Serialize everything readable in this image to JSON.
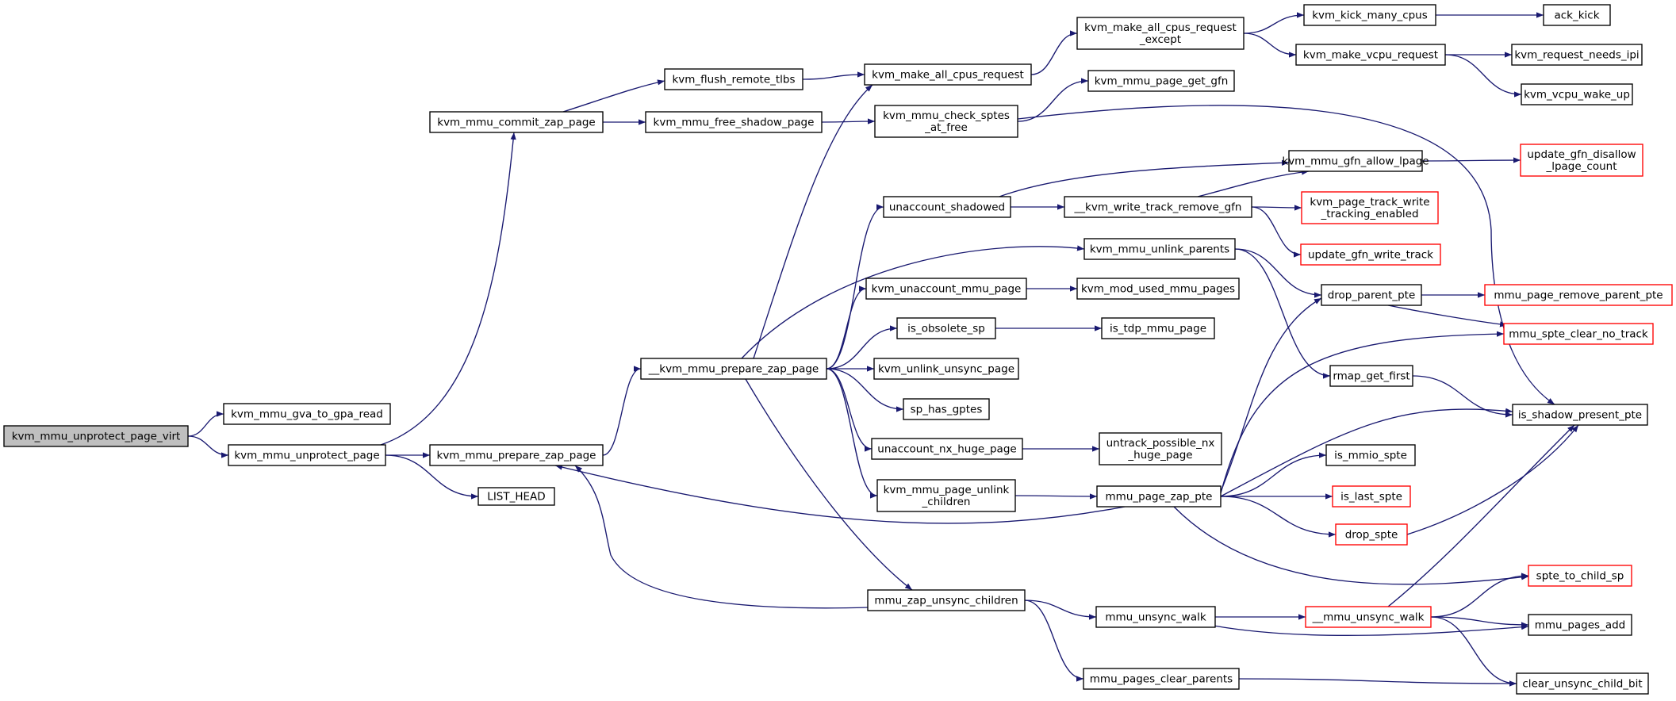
{
  "title": "Call graph of kvm_mmu_unprotect_page_virt",
  "colors": {
    "edge": "#191970",
    "node_border": "#000000",
    "truncated_node_border": "#ff0000",
    "root_fill": "#bfbfbf",
    "background": "#ffffff"
  },
  "nodes": [
    {
      "id": "n_root",
      "lines": [
        "kvm_mmu_unprotect_page_virt"
      ],
      "kind": "root"
    },
    {
      "id": "n_gva_to_gpa",
      "lines": [
        "kvm_mmu_gva_to_gpa_read"
      ],
      "kind": "normal"
    },
    {
      "id": "n_unprotect_page",
      "lines": [
        "kvm_mmu_unprotect_page"
      ],
      "kind": "normal"
    },
    {
      "id": "n_commit_zap",
      "lines": [
        "kvm_mmu_commit_zap_page"
      ],
      "kind": "normal"
    },
    {
      "id": "n_prepare_zap",
      "lines": [
        "kvm_mmu_prepare_zap_page"
      ],
      "kind": "normal"
    },
    {
      "id": "n_list_head",
      "lines": [
        "LIST_HEAD"
      ],
      "kind": "normal"
    },
    {
      "id": "n_flush_tlbs",
      "lines": [
        "kvm_flush_remote_tlbs"
      ],
      "kind": "normal"
    },
    {
      "id": "n_free_shadow",
      "lines": [
        "kvm_mmu_free_shadow_page"
      ],
      "kind": "normal"
    },
    {
      "id": "n___prepare_zap",
      "lines": [
        "__kvm_mmu_prepare_zap_page"
      ],
      "kind": "normal"
    },
    {
      "id": "n_all_cpus_req",
      "lines": [
        "kvm_make_all_cpus_request"
      ],
      "kind": "normal"
    },
    {
      "id": "n_check_sptes",
      "lines": [
        "kvm_mmu_check_sptes",
        "_at_free"
      ],
      "kind": "normal"
    },
    {
      "id": "n_unaccount_shadowed",
      "lines": [
        "unaccount_shadowed"
      ],
      "kind": "normal"
    },
    {
      "id": "n_unaccount_mmu",
      "lines": [
        "kvm_unaccount_mmu_page"
      ],
      "kind": "normal"
    },
    {
      "id": "n_is_obsolete",
      "lines": [
        "is_obsolete_sp"
      ],
      "kind": "normal"
    },
    {
      "id": "n_unlink_unsync",
      "lines": [
        "kvm_unlink_unsync_page"
      ],
      "kind": "normal"
    },
    {
      "id": "n_has_gptes",
      "lines": [
        "sp_has_gptes"
      ],
      "kind": "normal"
    },
    {
      "id": "n_unaccount_nx",
      "lines": [
        "unaccount_nx_huge_page"
      ],
      "kind": "normal"
    },
    {
      "id": "n_unlink_children",
      "lines": [
        "kvm_mmu_page_unlink",
        "_children"
      ],
      "kind": "normal"
    },
    {
      "id": "n_zap_unsync_children",
      "lines": [
        "mmu_zap_unsync_children"
      ],
      "kind": "normal"
    },
    {
      "id": "n_all_cpus_req_except",
      "lines": [
        "kvm_make_all_cpus_request",
        "_except"
      ],
      "kind": "normal"
    },
    {
      "id": "n_get_gfn",
      "lines": [
        "kvm_mmu_page_get_gfn"
      ],
      "kind": "normal"
    },
    {
      "id": "n_write_track_remove",
      "lines": [
        "__kvm_write_track_remove_gfn"
      ],
      "kind": "normal"
    },
    {
      "id": "n_unlink_parents",
      "lines": [
        "kvm_mmu_unlink_parents"
      ],
      "kind": "normal"
    },
    {
      "id": "n_mod_used",
      "lines": [
        "kvm_mod_used_mmu_pages"
      ],
      "kind": "normal"
    },
    {
      "id": "n_is_tdp",
      "lines": [
        "is_tdp_mmu_page"
      ],
      "kind": "normal"
    },
    {
      "id": "n_untrack_nx",
      "lines": [
        "untrack_possible_nx",
        "_huge_page"
      ],
      "kind": "normal"
    },
    {
      "id": "n_zap_pte",
      "lines": [
        "mmu_page_zap_pte"
      ],
      "kind": "normal"
    },
    {
      "id": "n_unsync_walk",
      "lines": [
        "mmu_unsync_walk"
      ],
      "kind": "normal"
    },
    {
      "id": "n_pages_clear_parents",
      "lines": [
        "mmu_pages_clear_parents"
      ],
      "kind": "normal"
    },
    {
      "id": "n_kick_many",
      "lines": [
        "kvm_kick_many_cpus"
      ],
      "kind": "normal"
    },
    {
      "id": "n_vcpu_request",
      "lines": [
        "kvm_make_vcpu_request"
      ],
      "kind": "normal"
    },
    {
      "id": "n_allow_lpage",
      "lines": [
        "kvm_mmu_gfn_allow_lpage"
      ],
      "kind": "normal"
    },
    {
      "id": "n_track_enabled",
      "lines": [
        "kvm_page_track_write",
        "_tracking_enabled"
      ],
      "kind": "truncated"
    },
    {
      "id": "n_update_write_track",
      "lines": [
        "update_gfn_write_track"
      ],
      "kind": "truncated"
    },
    {
      "id": "n_drop_parent_pte",
      "lines": [
        "drop_parent_pte"
      ],
      "kind": "normal"
    },
    {
      "id": "n_rmap_first",
      "lines": [
        "rmap_get_first"
      ],
      "kind": "normal"
    },
    {
      "id": "n_is_mmio",
      "lines": [
        "is_mmio_spte"
      ],
      "kind": "normal"
    },
    {
      "id": "n_is_last",
      "lines": [
        "is_last_spte"
      ],
      "kind": "truncated"
    },
    {
      "id": "n_drop_spte",
      "lines": [
        "drop_spte"
      ],
      "kind": "truncated"
    },
    {
      "id": "n___unsync_walk",
      "lines": [
        "__mmu_unsync_walk"
      ],
      "kind": "truncated"
    },
    {
      "id": "n_ack_kick",
      "lines": [
        "ack_kick"
      ],
      "kind": "normal"
    },
    {
      "id": "n_needs_ipi",
      "lines": [
        "kvm_request_needs_ipi"
      ],
      "kind": "normal"
    },
    {
      "id": "n_vcpu_wake",
      "lines": [
        "kvm_vcpu_wake_up"
      ],
      "kind": "normal"
    },
    {
      "id": "n_disallow",
      "lines": [
        "update_gfn_disallow",
        "_lpage_count"
      ],
      "kind": "truncated"
    },
    {
      "id": "n_remove_parent",
      "lines": [
        "mmu_page_remove_parent_pte"
      ],
      "kind": "truncated"
    },
    {
      "id": "n_clear_no_track",
      "lines": [
        "mmu_spte_clear_no_track"
      ],
      "kind": "truncated"
    },
    {
      "id": "n_is_present",
      "lines": [
        "is_shadow_present_pte"
      ],
      "kind": "normal"
    },
    {
      "id": "n_to_child_sp",
      "lines": [
        "spte_to_child_sp"
      ],
      "kind": "truncated"
    },
    {
      "id": "n_pages_add",
      "lines": [
        "mmu_pages_add"
      ],
      "kind": "normal"
    },
    {
      "id": "n_clear_child_bit",
      "lines": [
        "clear_unsync_child_bit"
      ],
      "kind": "normal"
    }
  ],
  "edges": [
    {
      "from": "n_root",
      "to": "n_gva_to_gpa"
    },
    {
      "from": "n_root",
      "to": "n_unprotect_page"
    },
    {
      "from": "n_unprotect_page",
      "to": "n_commit_zap"
    },
    {
      "from": "n_unprotect_page",
      "to": "n_prepare_zap"
    },
    {
      "from": "n_unprotect_page",
      "to": "n_list_head"
    },
    {
      "from": "n_commit_zap",
      "to": "n_flush_tlbs"
    },
    {
      "from": "n_commit_zap",
      "to": "n_free_shadow"
    },
    {
      "from": "n_flush_tlbs",
      "to": "n_all_cpus_req"
    },
    {
      "from": "n_free_shadow",
      "to": "n_check_sptes"
    },
    {
      "from": "n_prepare_zap",
      "to": "n___prepare_zap"
    },
    {
      "from": "n___prepare_zap",
      "to": "n_all_cpus_req"
    },
    {
      "from": "n___prepare_zap",
      "to": "n_unaccount_shadowed"
    },
    {
      "from": "n___prepare_zap",
      "to": "n_unlink_parents"
    },
    {
      "from": "n___prepare_zap",
      "to": "n_unaccount_mmu"
    },
    {
      "from": "n___prepare_zap",
      "to": "n_is_obsolete"
    },
    {
      "from": "n___prepare_zap",
      "to": "n_unlink_unsync"
    },
    {
      "from": "n___prepare_zap",
      "to": "n_has_gptes"
    },
    {
      "from": "n___prepare_zap",
      "to": "n_unaccount_nx"
    },
    {
      "from": "n___prepare_zap",
      "to": "n_unlink_children"
    },
    {
      "from": "n___prepare_zap",
      "to": "n_zap_unsync_children"
    },
    {
      "from": "n_all_cpus_req",
      "to": "n_all_cpus_req_except"
    },
    {
      "from": "n_all_cpus_req_except",
      "to": "n_kick_many"
    },
    {
      "from": "n_all_cpus_req_except",
      "to": "n_vcpu_request"
    },
    {
      "from": "n_kick_many",
      "to": "n_ack_kick"
    },
    {
      "from": "n_vcpu_request",
      "to": "n_needs_ipi"
    },
    {
      "from": "n_vcpu_request",
      "to": "n_vcpu_wake"
    },
    {
      "from": "n_check_sptes",
      "to": "n_get_gfn"
    },
    {
      "from": "n_check_sptes",
      "to": "n_is_present"
    },
    {
      "from": "n_unaccount_shadowed",
      "to": "n_allow_lpage"
    },
    {
      "from": "n_unaccount_shadowed",
      "to": "n_write_track_remove"
    },
    {
      "from": "n_write_track_remove",
      "to": "n_allow_lpage"
    },
    {
      "from": "n_write_track_remove",
      "to": "n_track_enabled"
    },
    {
      "from": "n_write_track_remove",
      "to": "n_update_write_track"
    },
    {
      "from": "n_allow_lpage",
      "to": "n_disallow"
    },
    {
      "from": "n_unlink_parents",
      "to": "n_drop_parent_pte"
    },
    {
      "from": "n_unlink_parents",
      "to": "n_rmap_first"
    },
    {
      "from": "n_drop_parent_pte",
      "to": "n_remove_parent"
    },
    {
      "from": "n_drop_parent_pte",
      "to": "n_clear_no_track"
    },
    {
      "from": "n_rmap_first",
      "to": "n_is_present"
    },
    {
      "from": "n_unaccount_mmu",
      "to": "n_mod_used"
    },
    {
      "from": "n_is_obsolete",
      "to": "n_is_tdp"
    },
    {
      "from": "n_unaccount_nx",
      "to": "n_untrack_nx"
    },
    {
      "from": "n_unlink_children",
      "to": "n_zap_pte"
    },
    {
      "from": "n_zap_pte",
      "to": "n_prepare_zap"
    },
    {
      "from": "n_zap_pte",
      "to": "n_drop_parent_pte"
    },
    {
      "from": "n_zap_pte",
      "to": "n_clear_no_track"
    },
    {
      "from": "n_zap_pte",
      "to": "n_is_present"
    },
    {
      "from": "n_zap_pte",
      "to": "n_is_mmio"
    },
    {
      "from": "n_zap_pte",
      "to": "n_is_last"
    },
    {
      "from": "n_zap_pte",
      "to": "n_drop_spte"
    },
    {
      "from": "n_zap_pte",
      "to": "n_to_child_sp"
    },
    {
      "from": "n_drop_spte",
      "to": "n_is_present"
    },
    {
      "from": "n_zap_unsync_children",
      "to": "n_prepare_zap"
    },
    {
      "from": "n_zap_unsync_children",
      "to": "n_unsync_walk"
    },
    {
      "from": "n_zap_unsync_children",
      "to": "n_pages_clear_parents"
    },
    {
      "from": "n_unsync_walk",
      "to": "n___unsync_walk"
    },
    {
      "from": "n_unsync_walk",
      "to": "n_pages_add"
    },
    {
      "from": "n___unsync_walk",
      "to": "n_is_present"
    },
    {
      "from": "n___unsync_walk",
      "to": "n_to_child_sp"
    },
    {
      "from": "n___unsync_walk",
      "to": "n_pages_add"
    },
    {
      "from": "n___unsync_walk",
      "to": "n_clear_child_bit"
    },
    {
      "from": "n_pages_clear_parents",
      "to": "n_clear_child_bit"
    }
  ]
}
